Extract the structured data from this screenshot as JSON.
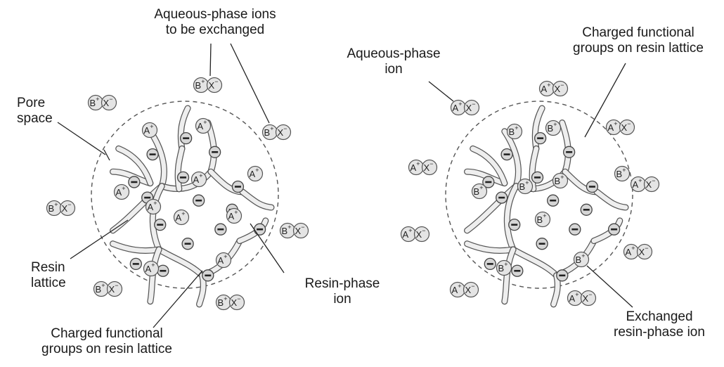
{
  "left_diagram": {
    "labels": {
      "aqueous_ions_exchanged": [
        "Aqueous-phase ions",
        "to be exchanged"
      ],
      "pore_space": [
        "Pore",
        "space"
      ],
      "resin_lattice": [
        "Resin",
        "lattice"
      ],
      "resin_phase_ion": [
        "Resin-phase",
        "ion"
      ],
      "charged_groups": [
        "Charged functional",
        "groups on resin lattice"
      ]
    },
    "counter_ion_inside": "A",
    "outside_pair": [
      "B",
      "X"
    ]
  },
  "right_diagram": {
    "labels": {
      "aqueous_phase_ion": [
        "Aqueous-phase",
        "ion"
      ],
      "charged_groups": [
        "Charged functional",
        "groups on resin lattice"
      ],
      "exchanged_ion": [
        "Exchanged",
        "resin-phase ion"
      ]
    },
    "outside_pair": [
      "A",
      "X"
    ]
  },
  "ion_charge_sign": "+",
  "anion_charge_sign": "−",
  "fixed_group_sign": "−"
}
